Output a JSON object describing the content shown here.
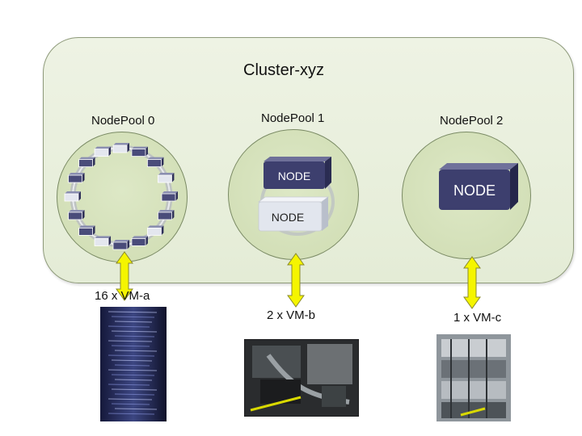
{
  "cluster": {
    "title": "Cluster-xyz"
  },
  "pools": [
    {
      "label": "NodePool 0",
      "vm_label": "16 x VM-a",
      "node_count": 16
    },
    {
      "label": "NodePool 1",
      "vm_label": "2 x VM-b",
      "node_count": 2,
      "node_text": "NODE"
    },
    {
      "label": "NodePool 2",
      "vm_label": "1 x VM-c",
      "node_count": 1,
      "node_text": "NODE"
    }
  ],
  "colors": {
    "cluster_fill": "#e8efdc",
    "pool_fill": "#d4e0bb",
    "arrow_fill": "#f5f500",
    "node_dark": "#3d3f6e",
    "node_light": "#dfe3ec"
  }
}
